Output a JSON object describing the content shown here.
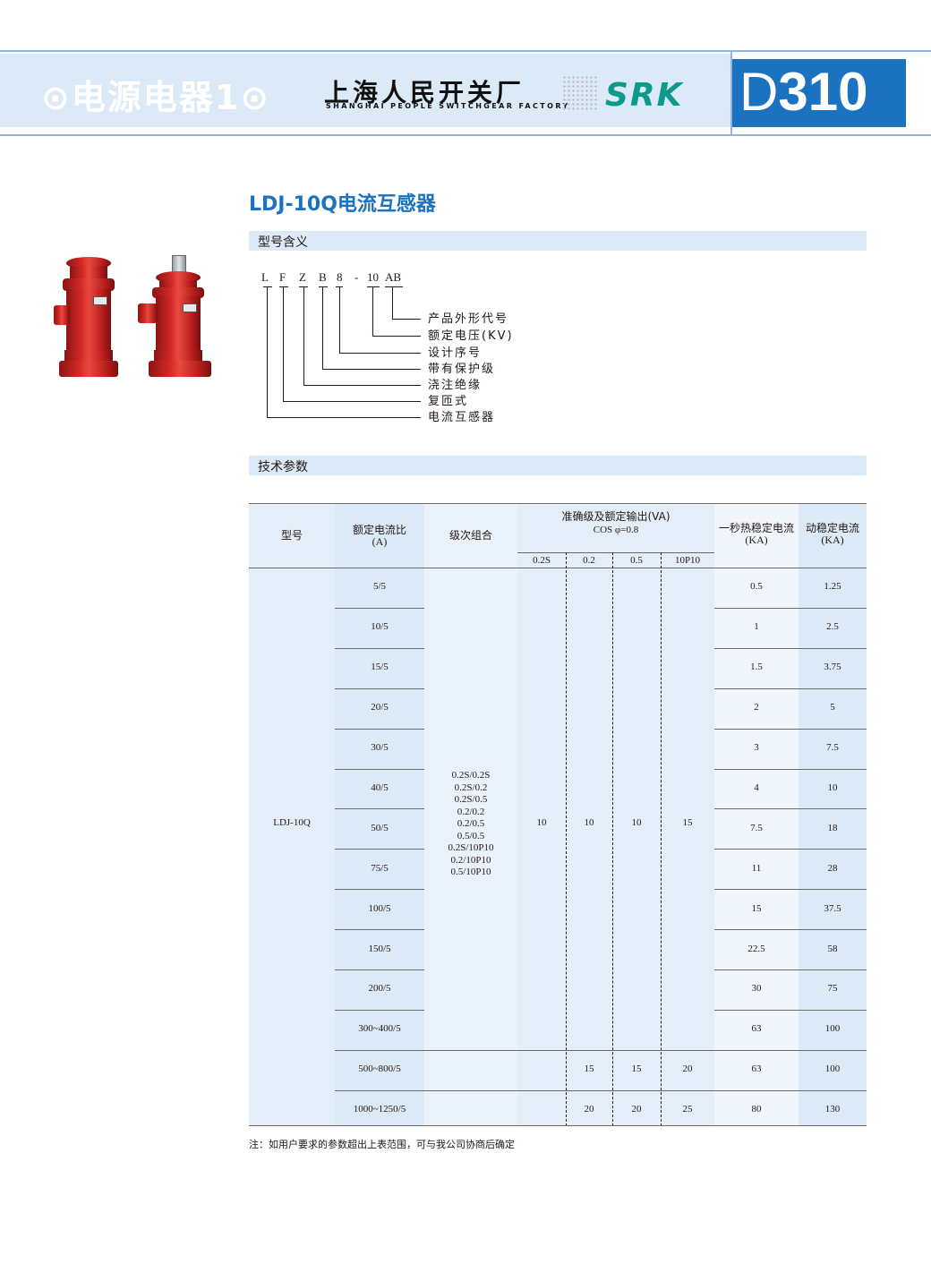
{
  "header": {
    "series": "⊙电源电器1⊙",
    "company_cn": "上海人民开关厂",
    "company_en": "SHANGHAI PEOPLE SWITCHGEAR FACTORY",
    "logo": "SRK",
    "page_letter": "D",
    "page_number": "310",
    "colors": {
      "accent": "#1a72c0",
      "band": "#dce9f6",
      "logo": "#0b9a8c"
    }
  },
  "product": {
    "title": "LDJ-10Q电流互感器"
  },
  "model_meaning": {
    "section": "型号含义",
    "code": [
      "L",
      "F",
      "Z",
      "B",
      "8",
      "-",
      "10",
      "AB"
    ],
    "labels": [
      "产品外形代号",
      "额定电压(KV)",
      "设计序号",
      "带有保护级",
      "浇注绝缘",
      "复匝式",
      "电流互感器"
    ]
  },
  "tech_params": {
    "section": "技术参数",
    "headers": {
      "model": "型号",
      "ratio": "额定电流比",
      "ratio_unit": "(A)",
      "combo": "级次组合",
      "accuracy": "准确级及额定输出(VA)",
      "cos": "COS φ=0.8",
      "classes": [
        "0.2S",
        "0.2",
        "0.5",
        "10P10"
      ],
      "thermal": "一秒热稳定电流",
      "thermal_unit": "(KA)",
      "dynamic": "动稳定电流",
      "dynamic_unit": "(KA)"
    },
    "model_value": "LDJ-10Q",
    "combos": [
      "0.2S/0.2S",
      "0.2S/0.2",
      "0.2S/0.5",
      "0.2/0.2",
      "0.2/0.5",
      "0.5/0.5",
      "0.2S/10P10",
      "0.2/10P10",
      "0.5/10P10"
    ],
    "main_outputs": [
      "10",
      "10",
      "10",
      "15"
    ],
    "rows": [
      {
        "ratio": "5/5",
        "thermal": "0.5",
        "dynamic": "1.25"
      },
      {
        "ratio": "10/5",
        "thermal": "1",
        "dynamic": "2.5"
      },
      {
        "ratio": "15/5",
        "thermal": "1.5",
        "dynamic": "3.75"
      },
      {
        "ratio": "20/5",
        "thermal": "2",
        "dynamic": "5"
      },
      {
        "ratio": "30/5",
        "thermal": "3",
        "dynamic": "7.5"
      },
      {
        "ratio": "40/5",
        "thermal": "4",
        "dynamic": "10"
      },
      {
        "ratio": "50/5",
        "thermal": "7.5",
        "dynamic": "18"
      },
      {
        "ratio": "75/5",
        "thermal": "11",
        "dynamic": "28"
      },
      {
        "ratio": "100/5",
        "thermal": "15",
        "dynamic": "37.5"
      },
      {
        "ratio": "150/5",
        "thermal": "22.5",
        "dynamic": "58"
      },
      {
        "ratio": "200/5",
        "thermal": "30",
        "dynamic": "75"
      },
      {
        "ratio": "300~400/5",
        "thermal": "63",
        "dynamic": "100"
      },
      {
        "ratio": "500~800/5",
        "thermal": "63",
        "dynamic": "100",
        "outputs": [
          "15",
          "15",
          "20"
        ]
      },
      {
        "ratio": "1000~1250/5",
        "thermal": "80",
        "dynamic": "130",
        "outputs": [
          "20",
          "20",
          "25"
        ]
      }
    ]
  },
  "note": "注：如用户要求的参数超出上表范围，可与我公司协商后确定"
}
